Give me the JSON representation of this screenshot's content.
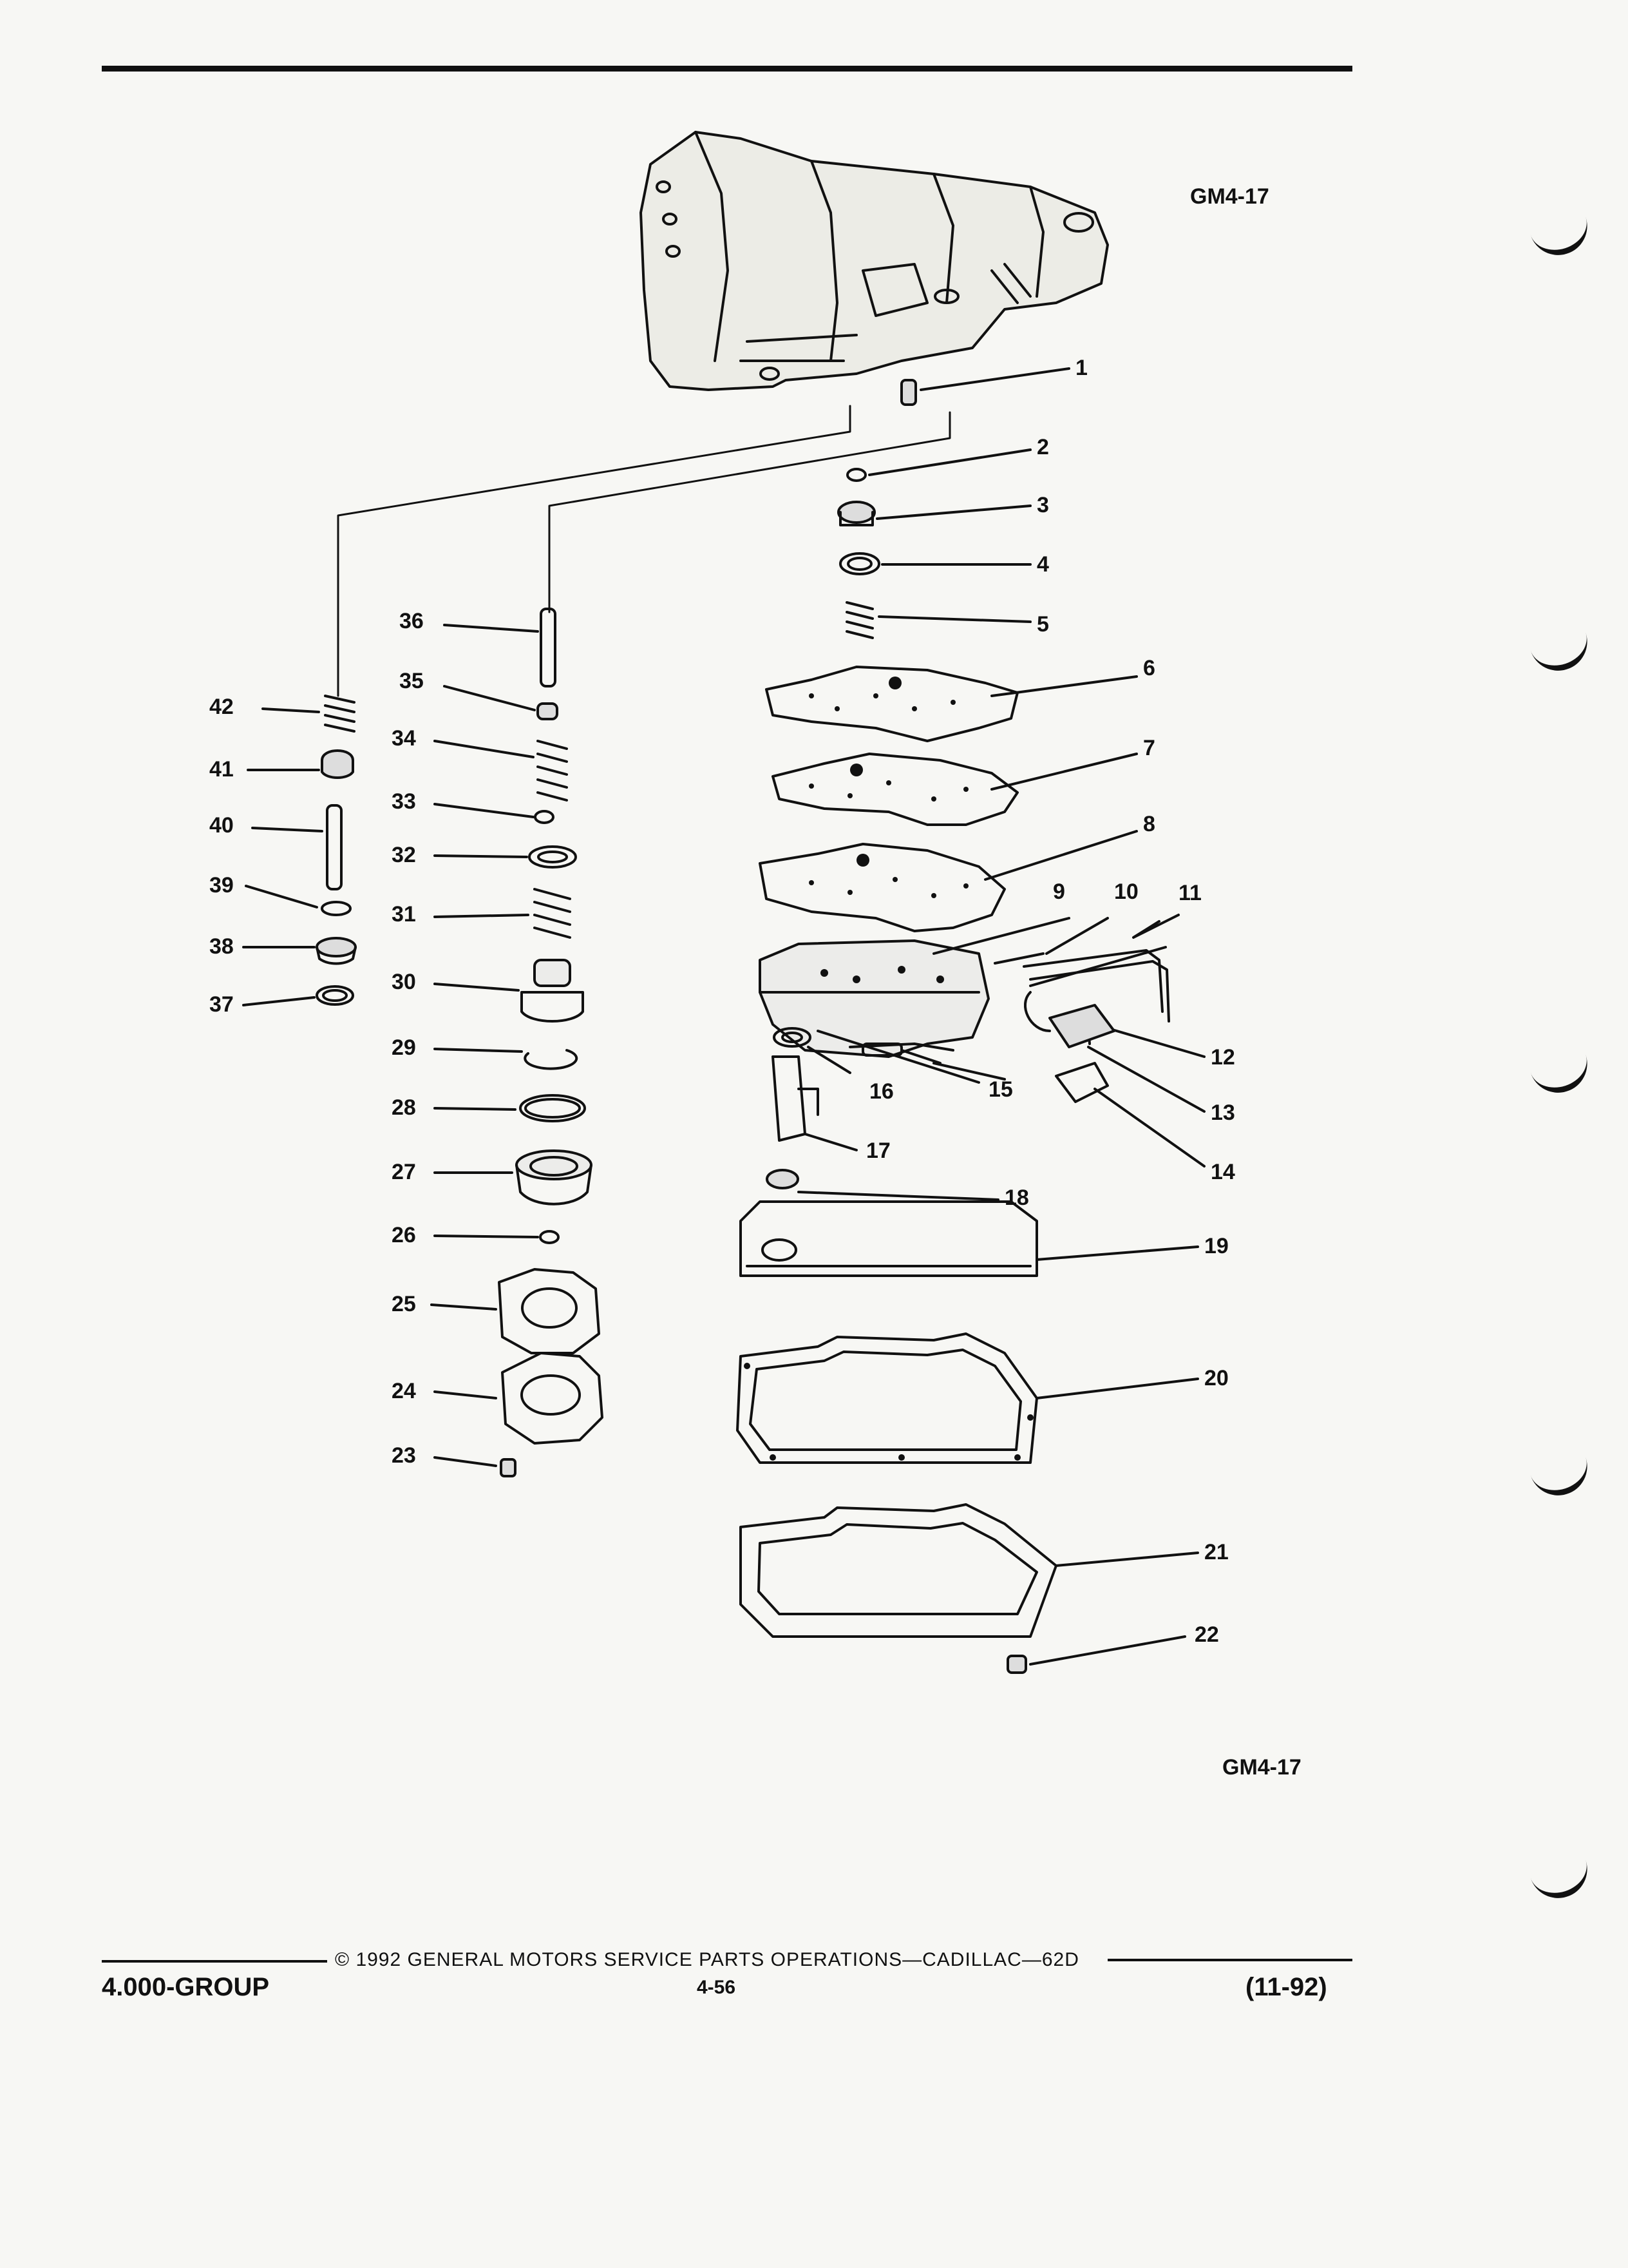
{
  "figure_id_top": "GM4-17",
  "figure_id_bottom": "GM4-17",
  "callouts": [
    {
      "label": "1"
    },
    {
      "label": "2"
    },
    {
      "label": "3"
    },
    {
      "label": "4"
    },
    {
      "label": "5"
    },
    {
      "label": "6"
    },
    {
      "label": "7"
    },
    {
      "label": "8"
    },
    {
      "label": "9"
    },
    {
      "label": "10"
    },
    {
      "label": "11"
    },
    {
      "label": "12"
    },
    {
      "label": "13"
    },
    {
      "label": "14"
    },
    {
      "label": "15"
    },
    {
      "label": "16"
    },
    {
      "label": "17"
    },
    {
      "label": "18"
    },
    {
      "label": "19"
    },
    {
      "label": "20"
    },
    {
      "label": "21"
    },
    {
      "label": "22"
    },
    {
      "label": "23"
    },
    {
      "label": "24"
    },
    {
      "label": "25"
    },
    {
      "label": "26"
    },
    {
      "label": "27"
    },
    {
      "label": "28"
    },
    {
      "label": "29"
    },
    {
      "label": "30"
    },
    {
      "label": "31"
    },
    {
      "label": "32"
    },
    {
      "label": "33"
    },
    {
      "label": "34"
    },
    {
      "label": "35"
    },
    {
      "label": "36"
    },
    {
      "label": "37"
    },
    {
      "label": "38"
    },
    {
      "label": "39"
    },
    {
      "label": "40"
    },
    {
      "label": "41"
    },
    {
      "label": "42"
    }
  ],
  "footer": {
    "group": "4.000-GROUP",
    "copyright": "© 1992 GENERAL MOTORS SERVICE PARTS OPERATIONS—CADILLAC—62D",
    "page": "4-56",
    "date": "(11-92)"
  }
}
